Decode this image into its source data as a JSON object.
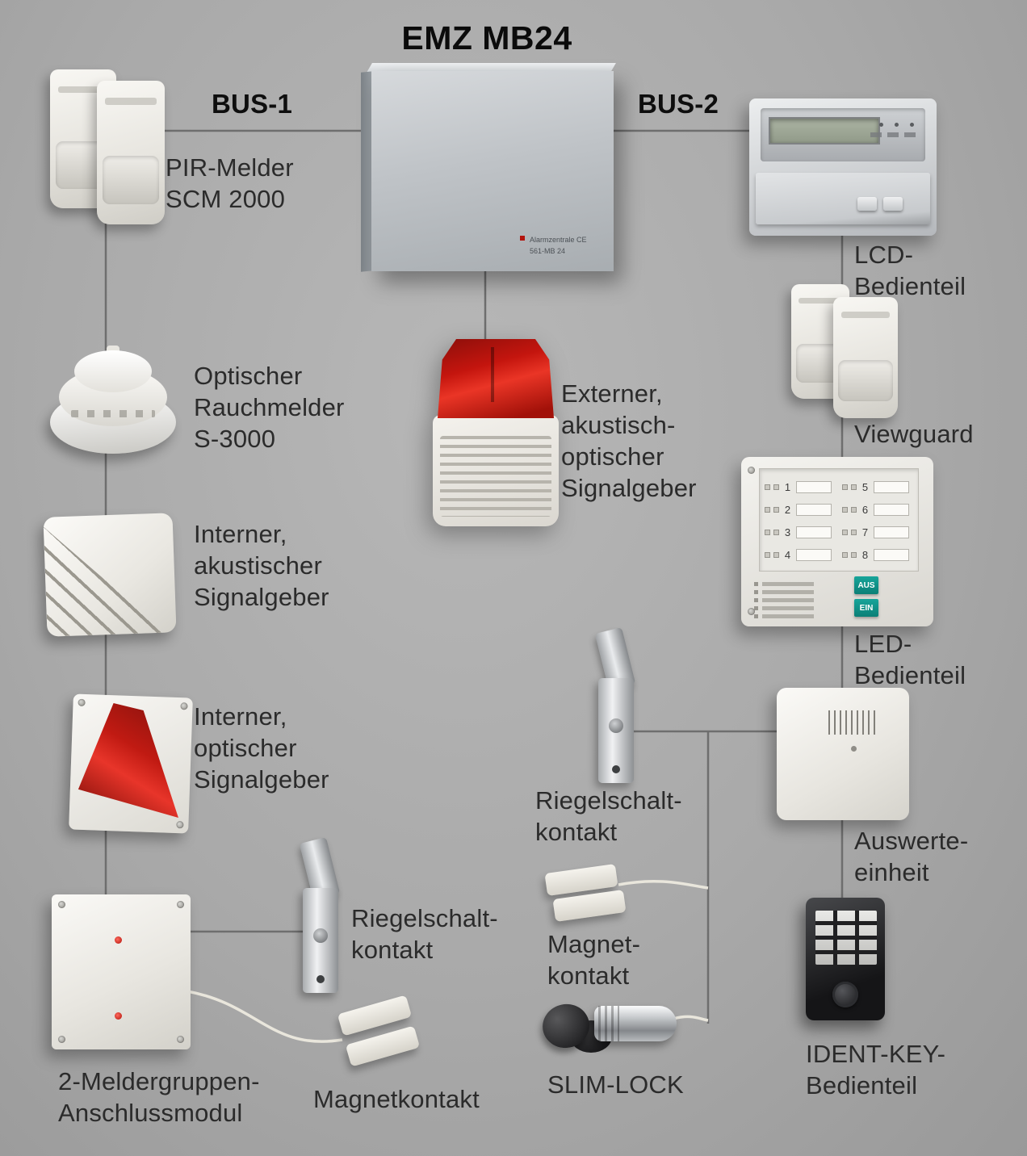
{
  "title": "EMZ MB24",
  "bus1": "BUS-1",
  "bus2": "BUS-2",
  "labels": {
    "pir": "PIR-Melder\nSCM 2000",
    "smoke": "Optischer\nRauchmelder\nS-3000",
    "int_acoustic": "Interner,\nakustischer\nSignalgeber",
    "int_optical": "Interner,\noptischer\nSignalgeber",
    "module": "2-Meldergruppen-\nAnschlussmodul",
    "riegel_left": "Riegelschalt-\nkontakt",
    "magnet_left": "Magnetkontakt",
    "siren": "Externer,\nakustisch-\noptischer\nSignalgeber",
    "lcd": "LCD-\nBedienteil",
    "viewguard": "Viewguard",
    "led": "LED-\nBedienteil",
    "auswerte": "Auswerte-\neinheit",
    "identkey": "IDENT-KEY-\nBedienteil",
    "riegel_right": "Riegelschalt-\nkontakt",
    "magnet_right": "Magnet-\nkontakt",
    "slimlock": "SLIM-LOCK"
  },
  "central_unit": {
    "line1": "Alarmzentrale  CE",
    "line2": "561-MB 24"
  },
  "led_panel": {
    "rows": [
      "1",
      "2",
      "3",
      "4",
      "5",
      "6",
      "7",
      "8"
    ],
    "btn_aus": "AUS",
    "btn_ein": "EIN"
  },
  "colors": {
    "background": "#a9a9a9",
    "wire": "#6e6e6e",
    "cable": "#e9e6dc",
    "siren_red": "#c4150e",
    "button_teal": "#0e8f86",
    "text": "#2b2b2b"
  }
}
